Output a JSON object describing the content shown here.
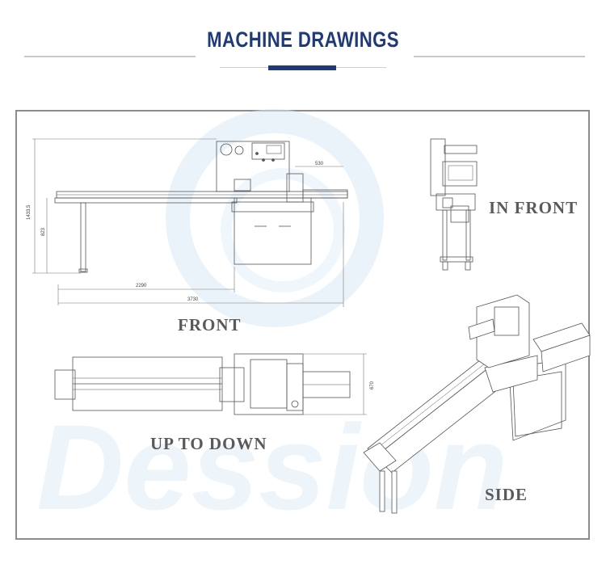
{
  "header": {
    "title": "MACHINE DRAWINGS"
  },
  "views": {
    "front": "FRONT",
    "in_front": "IN FRONT",
    "up_to_down": "UP TO DOWN",
    "side": "SIDE"
  },
  "dimensions": {
    "height_total": "1433.5",
    "height_table": "823",
    "width_top": "530",
    "length_infeed": "2290",
    "length_total": "3730",
    "width_plan": "670"
  },
  "watermark": "Dession",
  "colors": {
    "title": "#1f3a78",
    "accent_bar": "#1f3a78",
    "labels": "#5a5a5a",
    "watermark": "#cfe3f3"
  }
}
